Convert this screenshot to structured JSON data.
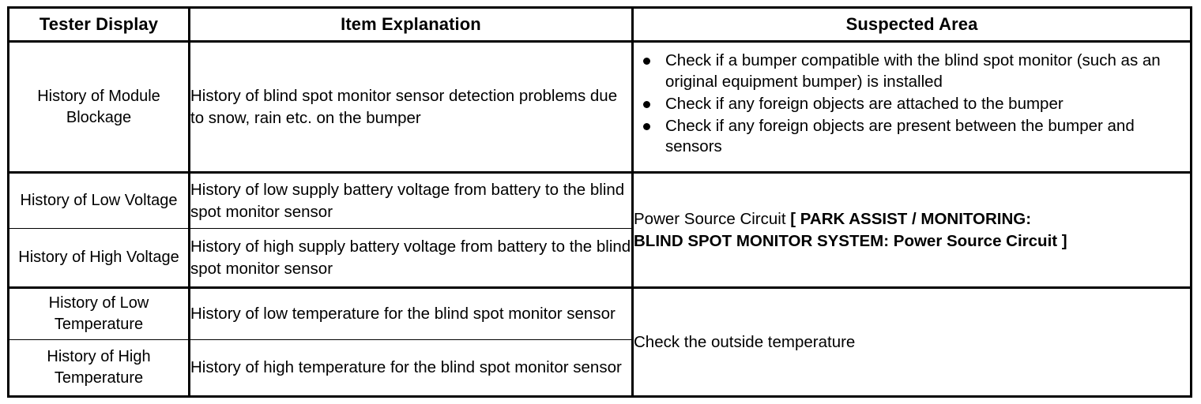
{
  "table": {
    "headers": [
      {
        "id": "tester-display",
        "label": "Tester Display"
      },
      {
        "id": "item-explanation",
        "label": "Item Explanation"
      },
      {
        "id": "suspected-area",
        "label": "Suspected Area"
      }
    ],
    "rows": [
      {
        "id": "module-blockage",
        "display": "History of Module Blockage",
        "explanation": "History of blind spot monitor sensor detection problems due to snow, rain etc. on the bumper"
      },
      {
        "id": "low-voltage",
        "display": "History of Low Voltage",
        "explanation": "History of low supply battery voltage from battery to the blind spot monitor sensor"
      },
      {
        "id": "high-voltage",
        "display": "History of High Voltage",
        "explanation": "History of high supply battery voltage from battery to the blind spot monitor sensor"
      },
      {
        "id": "low-temperature",
        "display": "History of Low Temperature",
        "explanation": "History of low temperature for the blind spot monitor sensor"
      },
      {
        "id": "high-temperature",
        "display": "History of High Temperature",
        "explanation": "History of high temperature for the blind spot monitor sensor"
      }
    ],
    "suspected_areas": {
      "blockage_bullets": [
        "Check if a bumper compatible with the blind spot monitor (such as an original equipment bumper) is installed",
        "Check if any foreign objects are attached to the bumper",
        "Check if any foreign objects are present between the bumper and sensors"
      ],
      "power_source": {
        "lead": "Power Source Circuit ",
        "reference_line1": "[ PARK ASSIST / MONITORING:",
        "reference_line2": "BLIND SPOT MONITOR SYSTEM: Power Source Circuit ]"
      },
      "temperature": "Check the outside temperature"
    }
  },
  "colors": {
    "border": "#000000",
    "text": "#000000",
    "background": "#ffffff"
  }
}
